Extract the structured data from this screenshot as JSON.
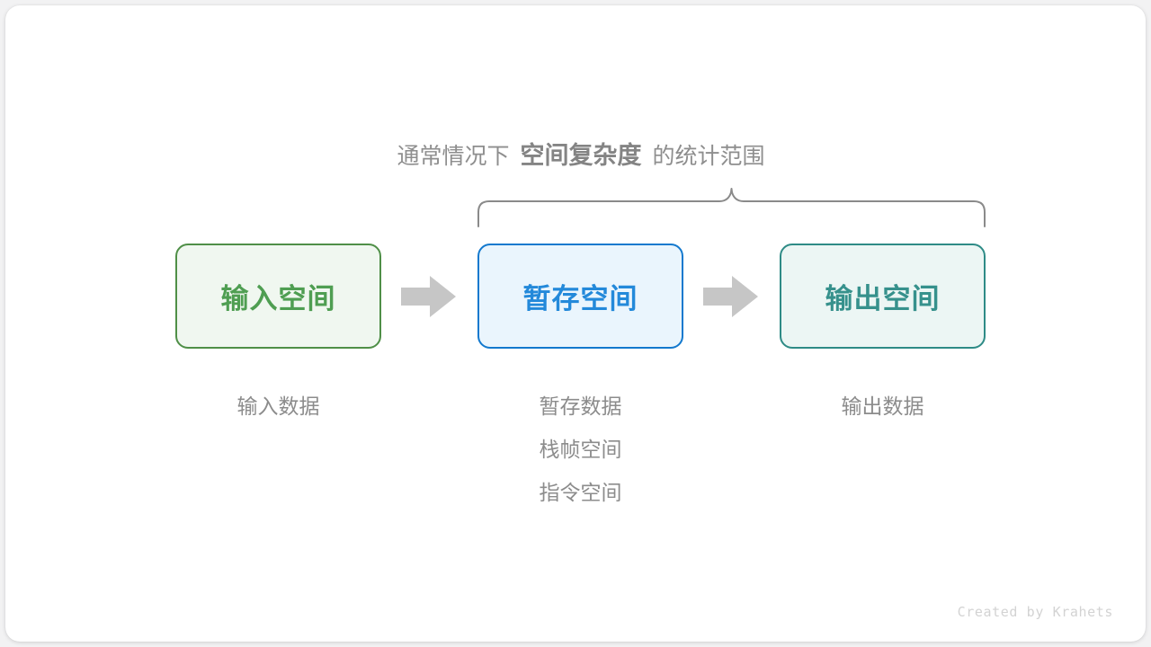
{
  "page": {
    "background_color": "#f2f2f3",
    "card_color": "#ffffff"
  },
  "caption": {
    "prefix": "通常情况下",
    "emphasis": "空间复杂度",
    "suffix": "的统计范围",
    "color": "#8e8e8e"
  },
  "brace": {
    "name": "curly-brace",
    "color": "#8a8a8a",
    "spans_boxes": [
      "暂存空间",
      "输出空间"
    ]
  },
  "boxes": [
    {
      "id": "input",
      "label": "输入空间",
      "border_color": "#4f8f47",
      "fill_color": "#f0f7f0",
      "text_color": "#4f9e52"
    },
    {
      "id": "temp",
      "label": "暂存空间",
      "border_color": "#1379ce",
      "fill_color": "#eaf5fd",
      "text_color": "#2389da"
    },
    {
      "id": "output",
      "label": "输出空间",
      "border_color": "#2e8b86",
      "fill_color": "#ecf6f4",
      "text_color": "#36918c"
    }
  ],
  "arrows": [
    {
      "id": "arrow-1",
      "color": "#c6c6c6",
      "direction": "right"
    },
    {
      "id": "arrow-2",
      "color": "#c6c6c6",
      "direction": "right"
    }
  ],
  "under_labels": {
    "color": "#8c8c8c",
    "input": [
      "输入数据"
    ],
    "temp": [
      "暂存数据",
      "栈帧空间",
      "指令空间"
    ],
    "output": [
      "输出数据"
    ]
  },
  "watermark": {
    "text": "Created by Krahets",
    "color": "#d3d3d3"
  }
}
